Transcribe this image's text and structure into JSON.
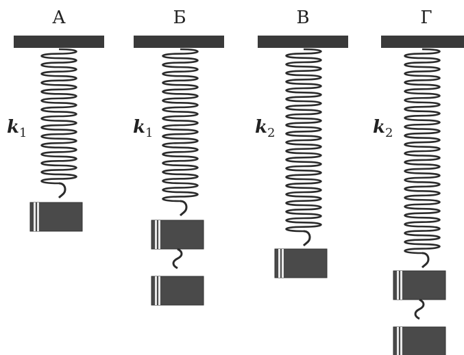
{
  "panels": [
    {
      "label": "А",
      "spring_letter": "k",
      "spring_index": "1",
      "weights": 1
    },
    {
      "label": "Б",
      "spring_letter": "k",
      "spring_index": "1",
      "weights": 2
    },
    {
      "label": "В",
      "spring_letter": "k",
      "spring_index": "2",
      "weights": 1
    },
    {
      "label": "Г",
      "spring_letter": "k",
      "spring_index": "2",
      "weights": 2
    }
  ],
  "colors": {
    "ceiling": "#3a3a3a",
    "spring": "#2b2b2b",
    "weight": "#4a4a4a",
    "text": "#222222"
  }
}
